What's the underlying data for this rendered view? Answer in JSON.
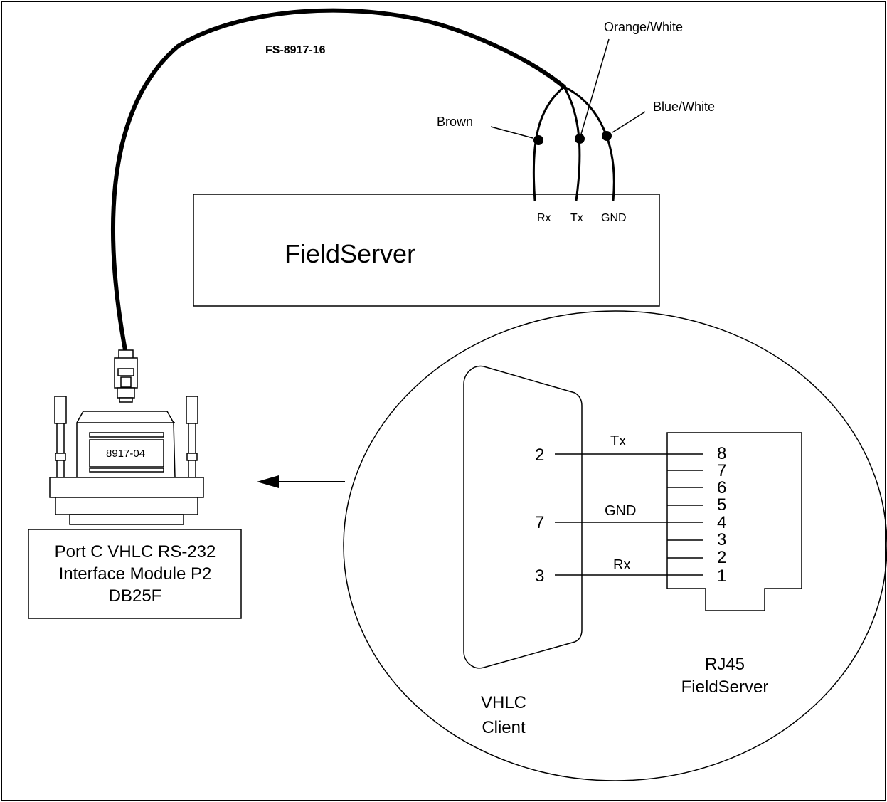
{
  "cable": {
    "label": "FS-8917-16"
  },
  "wires": {
    "brown": "Brown",
    "orange_white": "Orange/White",
    "blue_white": "Blue/White"
  },
  "fieldserver": {
    "title": "FieldServer",
    "pins": [
      "Rx",
      "Tx",
      "GND"
    ]
  },
  "adapter": {
    "part_label": "8917-04",
    "caption_lines": [
      "Port C VHLC RS-232",
      "Interface Module P2",
      "DB25F"
    ]
  },
  "detail": {
    "db25_pins": [
      "2",
      "7",
      "3"
    ],
    "signals": [
      "Tx",
      "GND",
      "Rx"
    ],
    "rj45_pins": [
      "8",
      "7",
      "6",
      "5",
      "4",
      "3",
      "2",
      "1"
    ],
    "vhlc_label_lines": [
      "VHLC",
      "Client"
    ],
    "rj45_label_lines": [
      "RJ45",
      "FieldServer"
    ]
  }
}
